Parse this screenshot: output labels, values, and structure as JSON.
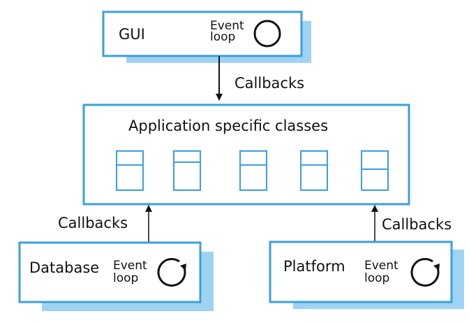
{
  "gui": {
    "label": "GUI",
    "loop_line1": "Event",
    "loop_line2": "loop"
  },
  "callbacks_top": "Callbacks",
  "app": {
    "title": "Application specific classes"
  },
  "callbacks_left": "Callbacks",
  "callbacks_right": "Callbacks",
  "database": {
    "label": "Database",
    "loop_line1": "Event",
    "loop_line2": "loop"
  },
  "platform": {
    "label": "Platform",
    "loop_line1": "Event",
    "loop_line2": "loop"
  },
  "colors": {
    "border": "#3b9fdc",
    "shadow": "#9fd3f3",
    "text": "#111111",
    "line": "#111111"
  }
}
